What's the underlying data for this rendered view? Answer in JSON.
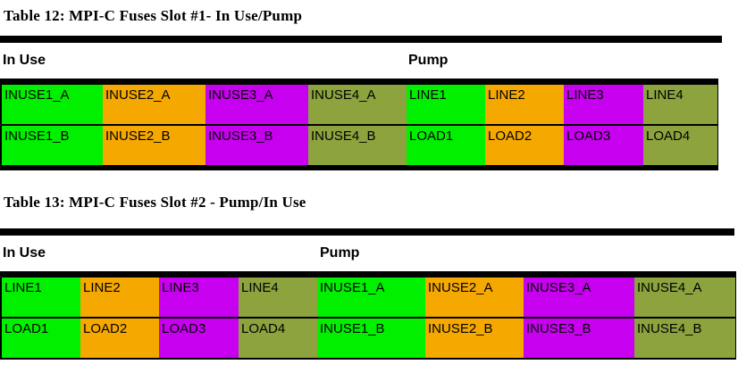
{
  "colors": {
    "green": "#00f000",
    "orange": "#f5a800",
    "purple": "#c800f0",
    "olive": "#8ca33e",
    "bar": "#000000"
  },
  "tables": [
    {
      "title": "Table 12: MPI-C Fuses Slot #1- In Use/Pump",
      "headers": {
        "in_use": "In Use",
        "pump": "Pump"
      },
      "rows": [
        {
          "cells": [
            {
              "label": "INUSE1_A",
              "color": "green"
            },
            {
              "label": "INUSE2_A",
              "color": "orange"
            },
            {
              "label": "INUSE3_A",
              "color": "purple"
            },
            {
              "label": "INUSE4_A",
              "color": "olive"
            },
            {
              "label": "LINE1",
              "color": "green"
            },
            {
              "label": "LINE2",
              "color": "orange"
            },
            {
              "label": "LINE3",
              "color": "purple"
            },
            {
              "label": "LINE4",
              "color": "olive"
            }
          ]
        },
        {
          "cells": [
            {
              "label": "INUSE1_B",
              "color": "green"
            },
            {
              "label": "INUSE2_B",
              "color": "orange"
            },
            {
              "label": "INUSE3_B",
              "color": "purple"
            },
            {
              "label": "INUSE4_B",
              "color": "olive"
            },
            {
              "label": "LOAD1",
              "color": "green"
            },
            {
              "label": "LOAD2",
              "color": "orange"
            },
            {
              "label": "LOAD3",
              "color": "purple"
            },
            {
              "label": "LOAD4",
              "color": "olive"
            }
          ]
        }
      ]
    },
    {
      "title": "Table 13: MPI-C Fuses Slot #2 - Pump/In Use",
      "headers": {
        "in_use": "In Use",
        "pump": "Pump"
      },
      "rows": [
        {
          "cells": [
            {
              "label": "LINE1",
              "color": "green"
            },
            {
              "label": "LINE2",
              "color": "orange"
            },
            {
              "label": "LINE3",
              "color": "purple"
            },
            {
              "label": "LINE4",
              "color": "olive"
            },
            {
              "label": "INUSE1_A",
              "color": "green"
            },
            {
              "label": "INUSE2_A",
              "color": "orange"
            },
            {
              "label": "INUSE3_A",
              "color": "purple"
            },
            {
              "label": "INUSE4_A",
              "color": "olive"
            }
          ]
        },
        {
          "cells": [
            {
              "label": "LOAD1",
              "color": "green"
            },
            {
              "label": "LOAD2",
              "color": "orange"
            },
            {
              "label": "LOAD3",
              "color": "purple"
            },
            {
              "label": "LOAD4",
              "color": "olive"
            },
            {
              "label": "INUSE1_B",
              "color": "green"
            },
            {
              "label": "INUSE2_B",
              "color": "orange"
            },
            {
              "label": "INUSE3_B",
              "color": "purple"
            },
            {
              "label": "INUSE4_B",
              "color": "olive"
            }
          ]
        }
      ]
    }
  ]
}
